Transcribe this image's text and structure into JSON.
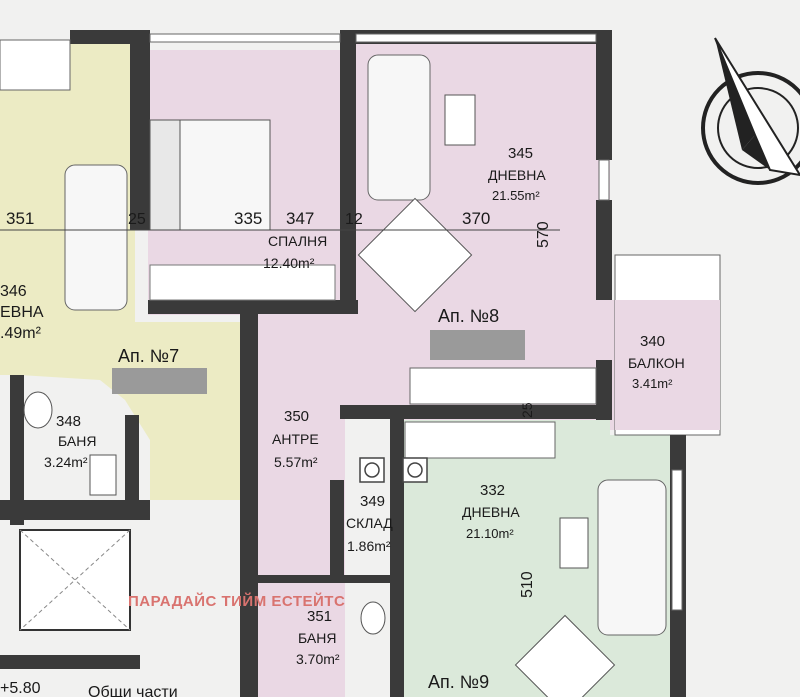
{
  "rooms": [
    {
      "number": "351",
      "name": "",
      "area": ""
    },
    {
      "number": "346",
      "name": "ЕВНА",
      "area": ".49m²"
    },
    {
      "number": "347",
      "name": "СПАЛНЯ",
      "area": "12.40m²"
    },
    {
      "number": "345",
      "name": "ДНЕВНА",
      "area": "21.55m²"
    },
    {
      "number": "340",
      "name": "БАЛКОН",
      "area": "3.41m²"
    },
    {
      "number": "348",
      "name": "БАНЯ",
      "area": "3.24m²"
    },
    {
      "number": "350",
      "name": "АНТРЕ",
      "area": "5.57m²"
    },
    {
      "number": "349",
      "name": "СКЛАД",
      "area": "1.86m²"
    },
    {
      "number": "332",
      "name": "ДНЕВНА",
      "area": "21.10m²"
    },
    {
      "number": "351",
      "name": "БАНЯ",
      "area": "3.70m²"
    }
  ],
  "apartments": [
    "Ап. №7",
    "Ап. №8",
    "Ап. №9"
  ],
  "dimensions": [
    "25",
    "335",
    "12",
    "370",
    "570",
    "25",
    "510"
  ],
  "level_mark": "+5.80",
  "common_parts": "Общи части",
  "watermark": "ПАРАДАЙС ТИЙМ ЕСТЕЙТС",
  "colors": {
    "apartment_7": "#ecebc4",
    "apartment_8": "#ead8e4",
    "apartment_9": "#dbe9da",
    "walls": "#3a3a3a",
    "background": "#f1f1f0",
    "watermark": "#d9736f"
  }
}
